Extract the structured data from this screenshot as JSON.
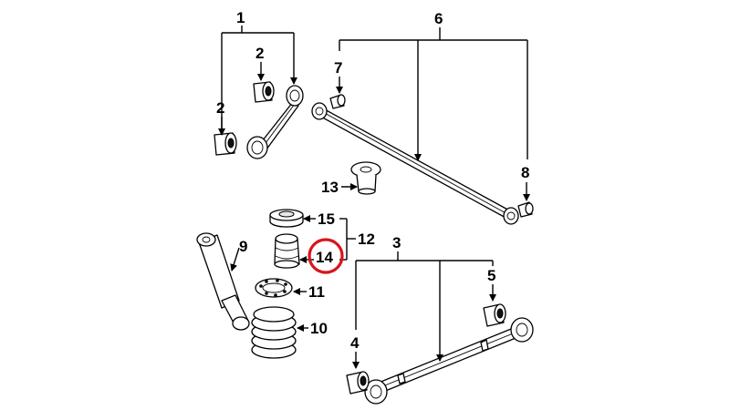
{
  "callouts": {
    "c1": "1",
    "c2a": "2",
    "c2b": "2",
    "c3": "3",
    "c4": "4",
    "c5": "5",
    "c6": "6",
    "c7": "7",
    "c8": "8",
    "c9": "9",
    "c10": "10",
    "c11": "11",
    "c12": "12",
    "c13": "13",
    "c14": "14",
    "c15": "15"
  },
  "highlight": {
    "part": "14",
    "color": "#d9141b"
  }
}
